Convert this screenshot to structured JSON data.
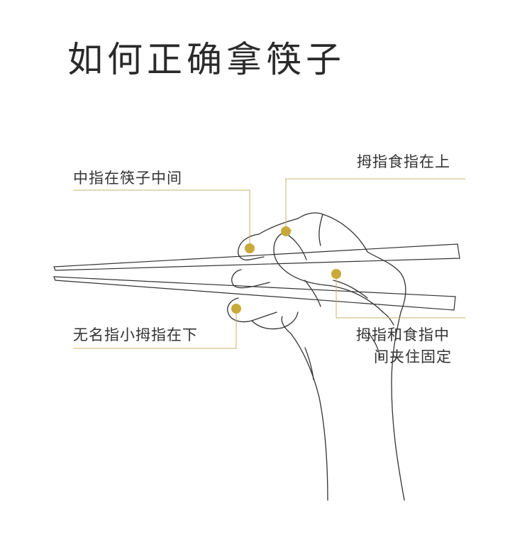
{
  "title": "如何正确拿筷子",
  "labels": {
    "middle_finger": "中指在筷子中间",
    "thumb_index_top": "拇指食指在上",
    "ring_pinky_bottom": "无名指小拇指在下",
    "thumb_index_clamp_line1": "拇指和食指中",
    "thumb_index_clamp_line2": "间夹住固定"
  },
  "colors": {
    "accent_dot": "#c9a93a",
    "leader_line": "#c8b26a",
    "outline": "#333333"
  }
}
